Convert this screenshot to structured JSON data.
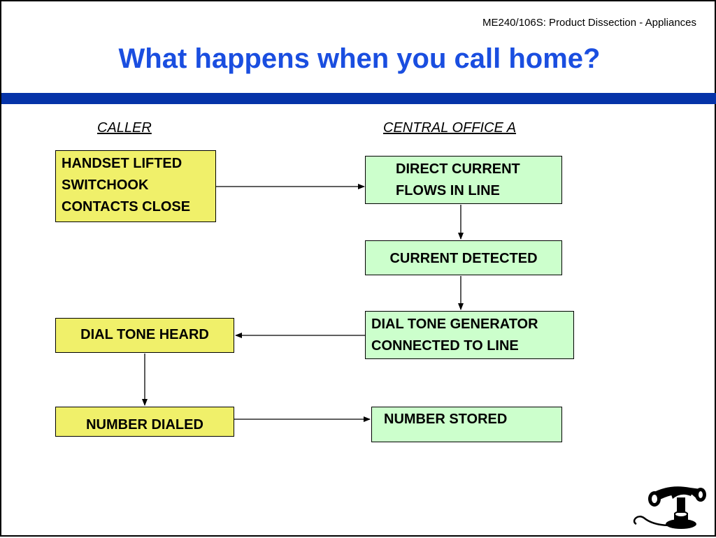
{
  "header": {
    "course": "ME240/106S: Product Dissection - Appliances",
    "title": "What happens when you call home?"
  },
  "columns": {
    "caller": "CALLER",
    "central": "CENTRAL OFFICE A"
  },
  "caller_steps": {
    "handset": [
      "HANDSET LIFTED",
      "SWITCHOOK",
      "CONTACTS CLOSE"
    ],
    "dial_tone_heard": "DIAL TONE HEARD",
    "number_dialed": "NUMBER DIALED"
  },
  "central_steps": {
    "direct_current": [
      "DIRECT CURRENT",
      "FLOWS IN LINE"
    ],
    "current_detected": "CURRENT DETECTED",
    "dial_tone_generator": [
      "DIAL TONE GENERATOR",
      "CONNECTED TO LINE"
    ],
    "number_stored": "NUMBER STORED"
  },
  "colors": {
    "title": "#1a4ee0",
    "band": "#0533a8",
    "caller_box": "#f0f06a",
    "central_box": "#ccffcc"
  },
  "icons": [
    "telephone-icon"
  ]
}
